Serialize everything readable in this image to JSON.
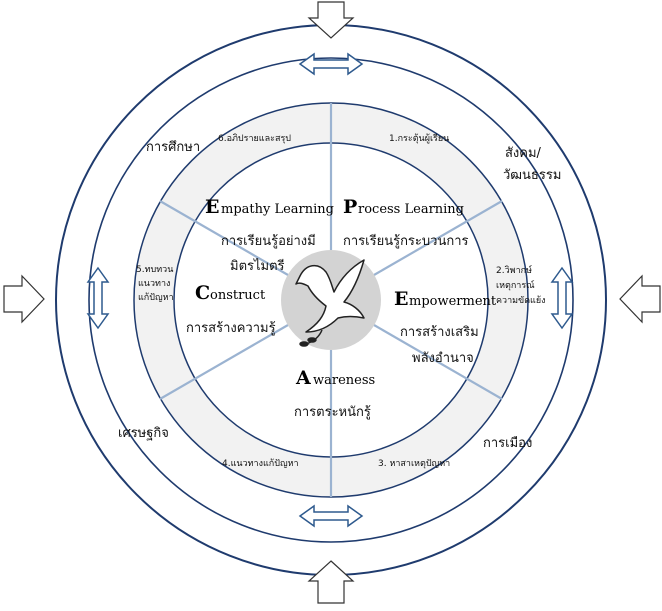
{
  "outer_ring": {
    "education": "การศึกษา",
    "society_culture_line1": "สังคม/",
    "society_culture_line2": "วัฒนธรรม",
    "economy": "เศรษฐกิจ",
    "politics": "การเมือง"
  },
  "middle_ring": {
    "step1": "1.กระตุ้นผู้เรียน",
    "step2_line1": "2.วิพากษ์",
    "step2_line2": "เหตุการณ์",
    "step2_line3": "ความขัดแย้ง",
    "step3": "3. หาสาเหตุปัญหา",
    "step4": "4.แนวทางแก้ปัญหา",
    "step5_line1": "5.ทบทวน",
    "step5_line2": "แนวทาง",
    "step5_line3": "แก้ปัญหา",
    "step6": "6.อภิปรายและสรุป"
  },
  "inner": {
    "process": {
      "cap": "P",
      "rest": "rocess Learning",
      "thai": "การเรียนรู้กระบวนการ"
    },
    "empowerment": {
      "cap": "E",
      "rest": "mpowerment",
      "thai1": "การสร้างเสริม",
      "thai2": "พลังอำนาจ"
    },
    "awareness": {
      "cap": "A",
      "rest": "wareness",
      "thai": "การตระหนักรู้"
    },
    "construct": {
      "cap": "C",
      "rest": "onstruct",
      "thai": "การสร้างความรู้"
    },
    "empathy": {
      "cap": "E",
      "rest": "mpathy Learning",
      "thai1": "การเรียนรู้อย่างมี",
      "thai2": "มิตรไมตรี"
    }
  },
  "center_icon": "dove-icon",
  "colors": {
    "ring_stroke": "#1f3b6e",
    "spoke": "#9bb3d1",
    "ring_fill": "#f2f2f2",
    "center_fill": "#d3d3d3",
    "arrow_stroke": "#2e5a8e"
  }
}
